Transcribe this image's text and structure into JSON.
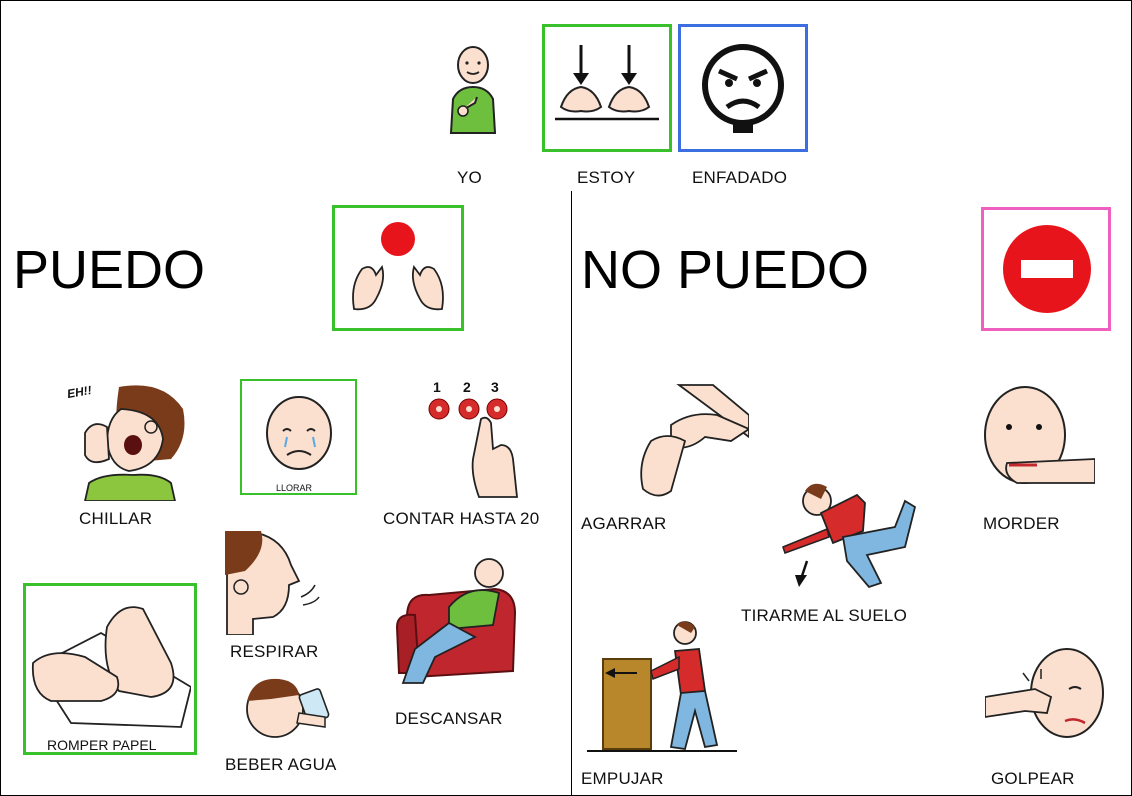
{
  "header": {
    "words": [
      "YO",
      "ESTOY",
      "ENFADADO"
    ],
    "colors": {
      "estoy_frame": "#39c12b",
      "enfadado_frame": "#3b6fe0"
    }
  },
  "left": {
    "title": "PUEDO",
    "frame_color": "#39c12b",
    "items": {
      "chillar": "CHILLAR",
      "llorar": "LLORAR",
      "contar": "CONTAR HASTA 20",
      "romper": "ROMPER PAPEL",
      "respirar": "RESPIRAR",
      "beber": "BEBER AGUA",
      "descansar": "DESCANSAR",
      "shout_text": "EH!!",
      "numbers": [
        "1",
        "2",
        "3"
      ]
    }
  },
  "right": {
    "title": "NO PUEDO",
    "frame_color": "#ee5fbf",
    "items": {
      "agarrar": "AGARRAR",
      "tirarme": "TIRARME AL SUELO",
      "morder": "MORDER",
      "empujar": "EMPUJAR",
      "golpear": "GOLPEAR"
    }
  },
  "icons": [
    "yo-pointing-icon",
    "estoy-hands-icon",
    "angry-face-icon",
    "ball-hands-icon",
    "no-entry-icon"
  ]
}
